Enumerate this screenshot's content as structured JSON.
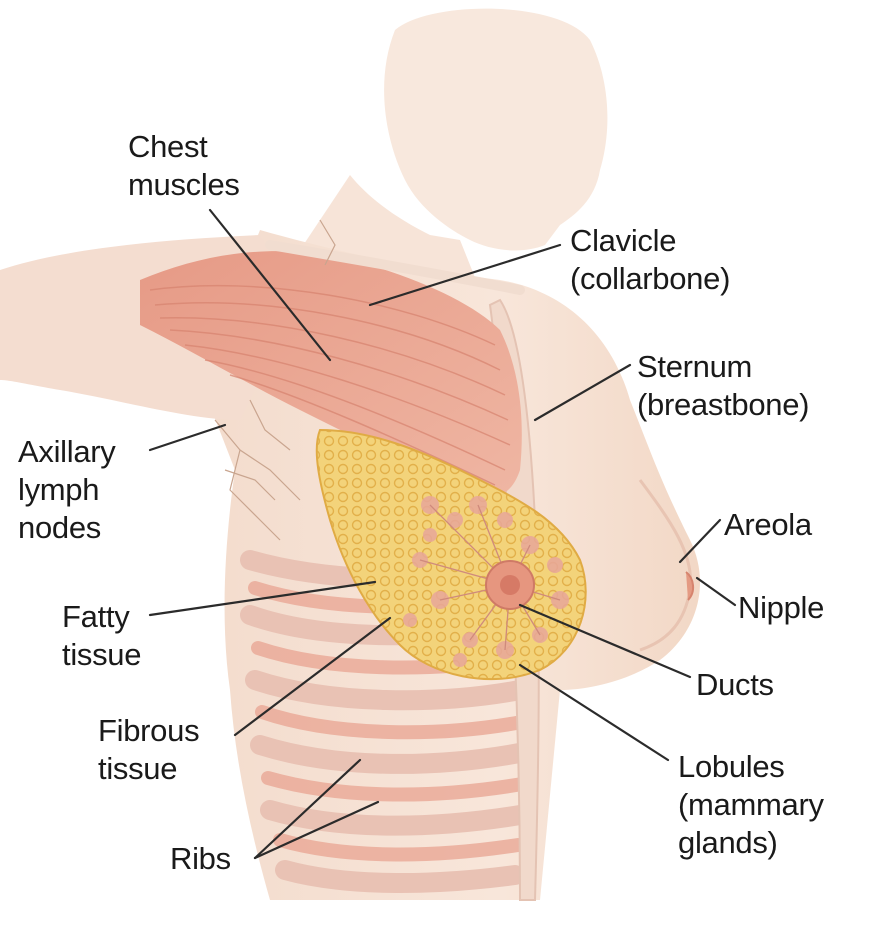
{
  "figure": {
    "background": "#ffffff",
    "skin_color": "#f6e2d4",
    "muscle_color": "#e8a390",
    "tissue_color": "#f2cf6e",
    "line_color": "#2b2b2b"
  },
  "labels": {
    "chest_muscles": [
      "Chest",
      "muscles"
    ],
    "clavicle": [
      "Clavicle",
      "(collarbone)"
    ],
    "sternum": [
      "Sternum",
      "(breastbone)"
    ],
    "axillary": [
      "Axillary",
      "lymph",
      "nodes"
    ],
    "areola": [
      "Areola"
    ],
    "nipple": [
      "Nipple"
    ],
    "fatty": [
      "Fatty",
      "tissue"
    ],
    "ducts": [
      "Ducts"
    ],
    "fibrous": [
      "Fibrous",
      "tissue"
    ],
    "lobules": [
      "Lobules",
      "(mammary",
      "glands)"
    ],
    "ribs": [
      "Ribs"
    ]
  }
}
